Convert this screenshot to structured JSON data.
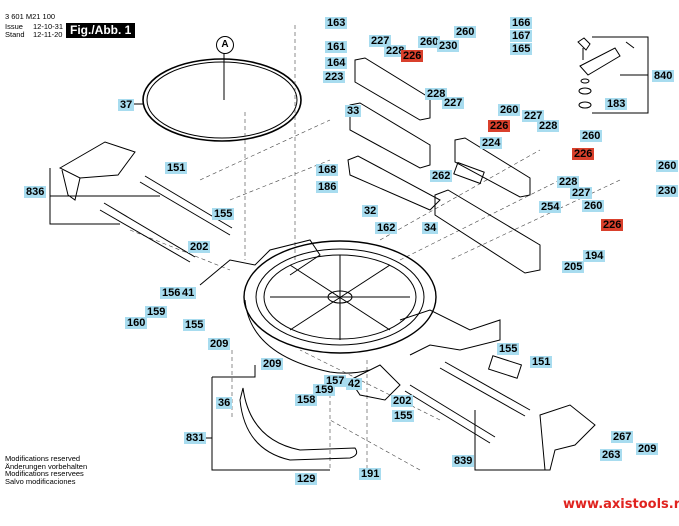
{
  "header": {
    "part_number": "3 601 M21 100",
    "issue_label": "Issue",
    "issue_value": "12-10-31",
    "stand_label": "Stand",
    "stand_value": "12-11-20",
    "figure_label": "Fig./Abb. 1"
  },
  "callout_circle": "A",
  "labels": [
    {
      "id": "163",
      "red": false
    },
    {
      "id": "161",
      "red": false
    },
    {
      "id": "164",
      "red": false
    },
    {
      "id": "223",
      "red": false
    },
    {
      "id": "227",
      "red": false
    },
    {
      "id": "228",
      "red": false
    },
    {
      "id": "226",
      "red": true
    },
    {
      "id": "260",
      "red": false
    },
    {
      "id": "230",
      "red": false
    },
    {
      "id": "260",
      "red": false
    },
    {
      "id": "166",
      "red": false
    },
    {
      "id": "167",
      "red": false
    },
    {
      "id": "165",
      "red": false
    },
    {
      "id": "840",
      "red": false
    },
    {
      "id": "183",
      "red": false
    },
    {
      "id": "37",
      "red": false
    },
    {
      "id": "33",
      "red": false
    },
    {
      "id": "228",
      "red": false
    },
    {
      "id": "227",
      "red": false
    },
    {
      "id": "260",
      "red": false
    },
    {
      "id": "226",
      "red": true
    },
    {
      "id": "227",
      "red": false
    },
    {
      "id": "228",
      "red": false
    },
    {
      "id": "260",
      "red": false
    },
    {
      "id": "224",
      "red": false
    },
    {
      "id": "226",
      "red": true
    },
    {
      "id": "151",
      "red": false
    },
    {
      "id": "168",
      "red": false
    },
    {
      "id": "186",
      "red": false
    },
    {
      "id": "262",
      "red": false
    },
    {
      "id": "260",
      "red": false
    },
    {
      "id": "230",
      "red": false
    },
    {
      "id": "836",
      "red": false
    },
    {
      "id": "228",
      "red": false
    },
    {
      "id": "227",
      "red": false
    },
    {
      "id": "254",
      "red": false
    },
    {
      "id": "155",
      "red": false
    },
    {
      "id": "32",
      "red": false
    },
    {
      "id": "260",
      "red": false
    },
    {
      "id": "162",
      "red": false
    },
    {
      "id": "34",
      "red": false
    },
    {
      "id": "226",
      "red": true
    },
    {
      "id": "202",
      "red": false
    },
    {
      "id": "194",
      "red": false
    },
    {
      "id": "205",
      "red": false
    },
    {
      "id": "156",
      "red": false
    },
    {
      "id": "41",
      "red": false
    },
    {
      "id": "159",
      "red": false
    },
    {
      "id": "160",
      "red": false
    },
    {
      "id": "155",
      "red": false
    },
    {
      "id": "209",
      "red": false
    },
    {
      "id": "155",
      "red": false
    },
    {
      "id": "151",
      "red": false
    },
    {
      "id": "209",
      "red": false
    },
    {
      "id": "42",
      "red": false
    },
    {
      "id": "157",
      "red": false
    },
    {
      "id": "159",
      "red": false
    },
    {
      "id": "158",
      "red": false
    },
    {
      "id": "36",
      "red": false
    },
    {
      "id": "202",
      "red": false
    },
    {
      "id": "155",
      "red": false
    },
    {
      "id": "831",
      "red": false
    },
    {
      "id": "267",
      "red": false
    },
    {
      "id": "209",
      "red": false
    },
    {
      "id": "263",
      "red": false
    },
    {
      "id": "839",
      "red": false
    },
    {
      "id": "129",
      "red": false
    },
    {
      "id": "191",
      "red": false
    }
  ],
  "notes": [
    "Modifications reserved",
    "Änderungen vorbehalten",
    "Modifications reservees",
    "Salvo modificaciones"
  ],
  "website": "www.axistools.ru",
  "colors": {
    "label_bg": "#a8dcef",
    "highlight_bg": "#d9402c",
    "website": "#e0231f"
  }
}
